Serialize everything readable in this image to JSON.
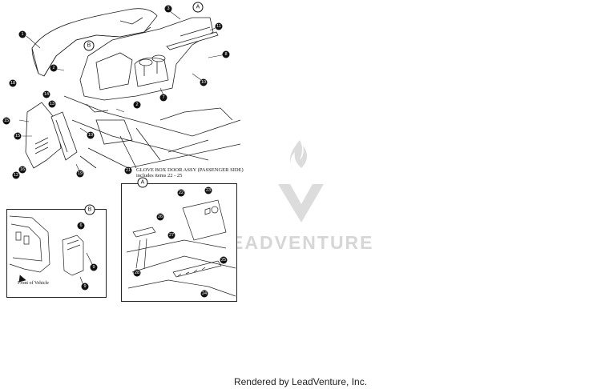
{
  "diagram": {
    "title_note": {
      "line1": "GLOVE BOX DOOR ASSY (PASSENGER SIDE)",
      "line2": "includes items 22 - 25"
    },
    "inset_b_caption": "Front of Vehicle",
    "letters": [
      "A",
      "B"
    ],
    "callouts": [
      "1",
      "2",
      "3",
      "4",
      "5",
      "6",
      "7",
      "8",
      "9",
      "10",
      "11",
      "12",
      "13",
      "14",
      "15",
      "16",
      "17",
      "18",
      "19",
      "20",
      "21",
      "22",
      "23",
      "24",
      "25",
      "26",
      "27",
      "28"
    ]
  },
  "watermark": {
    "text": "LEADVENTURE",
    "logo_icon": "leadventure-flame-logo"
  },
  "footer": {
    "text": "Rendered by LeadVenture, Inc."
  }
}
